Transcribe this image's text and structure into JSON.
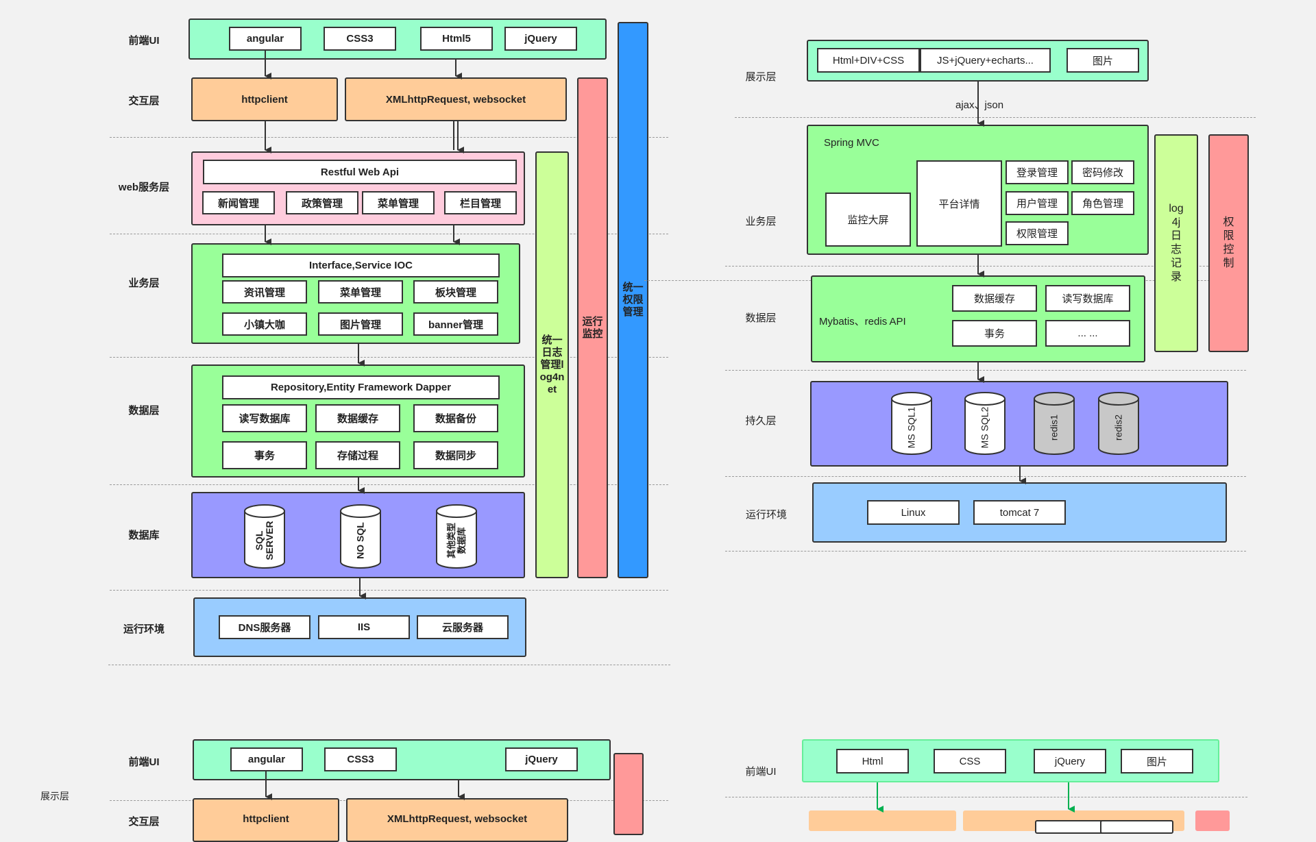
{
  "diagram1": {
    "layers": {
      "frontend": "前端UI",
      "interaction": "交互层",
      "web": "web服务层",
      "business": "业务层",
      "data": "数据层",
      "database": "数据库",
      "runtime": "运行环境"
    },
    "frontend_items": [
      "angular",
      "CSS3",
      "Html5",
      "jQuery"
    ],
    "interaction_items": [
      "httpclient",
      "XMLhttpRequest, websocket"
    ],
    "web_title": "Restful Web Api",
    "web_items": [
      "新闻管理",
      "政策管理",
      "菜单管理",
      "栏目管理"
    ],
    "business_title": "Interface,Service IOC",
    "business_items": [
      "资讯管理",
      "菜单管理",
      "板块管理",
      "小镇大咖",
      "图片管理",
      "banner管理"
    ],
    "data_title": "Repository,Entity Framework Dapper",
    "data_items": [
      "读写数据库",
      "数据缓存",
      "数据备份",
      "事务",
      "存储过程",
      "数据同步"
    ],
    "databases": [
      "SQL SERVER",
      "NO SQL",
      "其他类型数据库"
    ],
    "runtime_items": [
      "DNS服务器",
      "IIS",
      "云服务器"
    ],
    "side_bars": {
      "log": "统一日志管理log4net",
      "monitor": "运行监控",
      "permission": "统一权限管理"
    }
  },
  "diagram2": {
    "layers": {
      "presentation": "展示层",
      "business": "业务层",
      "data": "数据层",
      "persistence": "持久层",
      "runtime": "运行环境"
    },
    "presentation_items": [
      "Html+DIV+CSS",
      "JS+jQuery+echarts...",
      "图片"
    ],
    "ajax_label": "ajax、json",
    "spring_title": "Spring MVC",
    "business_items": {
      "monitor_screen": "监控大屏",
      "platform_detail": "平台详情",
      "login": "登录管理",
      "password": "密码修改",
      "user": "用户管理",
      "role": "角色管理",
      "permission": "权限管理"
    },
    "data_title": "Mybatis、redis API",
    "data_items": [
      "数据缓存",
      "读写数据库",
      "事务",
      "... ..."
    ],
    "persistence_items": [
      "MS SQL1",
      "MS SQL2",
      "redis1",
      "redis2"
    ],
    "runtime_items": [
      "Linux",
      "tomcat 7"
    ],
    "side_bars": {
      "log": "log4j日志记录",
      "permission": "权限控制"
    }
  },
  "diagram3": {
    "layers": {
      "frontend": "前端UI",
      "presentation": "展示层",
      "interaction": "交互层"
    },
    "frontend_items": [
      "angular",
      "CSS3",
      "jQuery"
    ],
    "interaction_items": [
      "httpclient",
      "XMLhttpRequest, websocket"
    ]
  },
  "diagram4": {
    "layers": {
      "frontend": "前端UI"
    },
    "frontend_items": [
      "Html",
      "CSS",
      "jQuery",
      "图片"
    ]
  },
  "colors": {
    "frontend": "#99ffcc",
    "interaction": "#ffcc99",
    "web": "#ffccdd",
    "business": "#99ff99",
    "database": "#9999ff",
    "runtime": "#99ccff",
    "log_bar": "#ccff99",
    "monitor_bar": "#ff9999",
    "permission_bar": "#3399ff",
    "arrow_green": "#00b050"
  }
}
